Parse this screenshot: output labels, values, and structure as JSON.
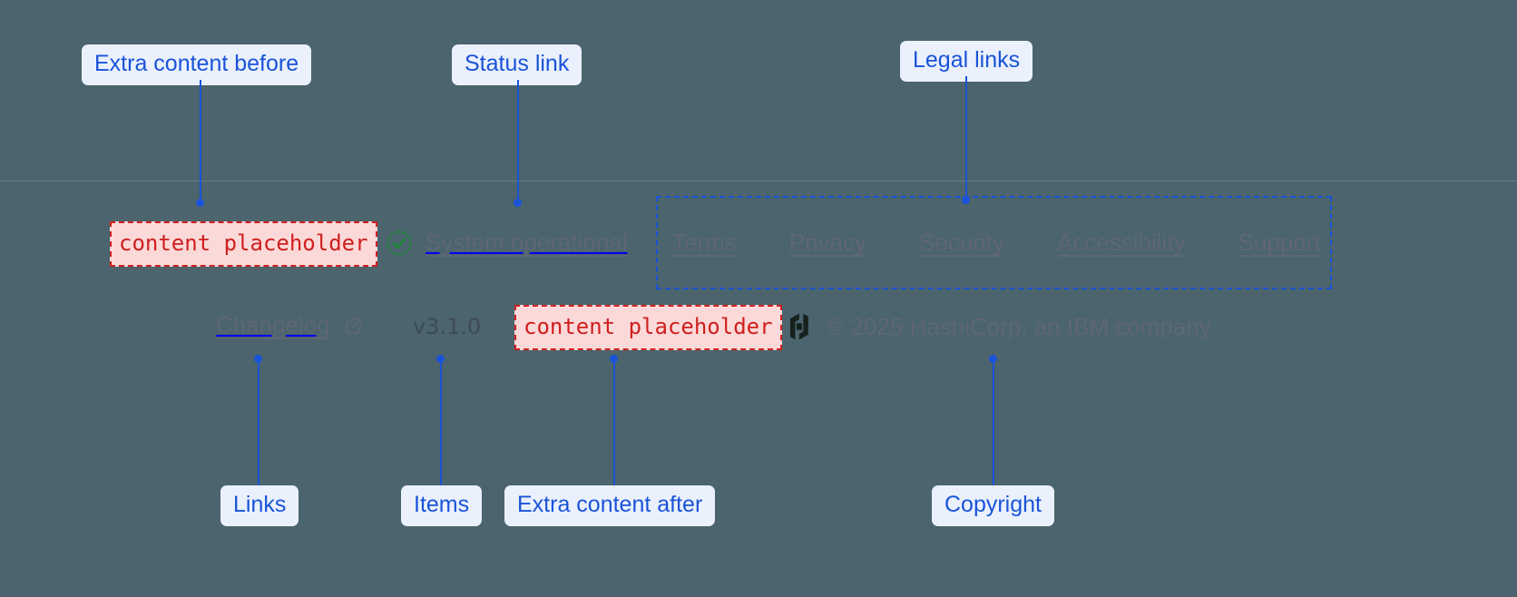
{
  "annotations": {
    "extra_before": "Extra content before",
    "status_link": "Status link",
    "legal_links": "Legal links",
    "links": "Links",
    "items": "Items",
    "extra_after": "Extra content after",
    "copyright": "Copyright"
  },
  "footer": {
    "placeholder_before": "content placeholder",
    "placeholder_after": "content placeholder",
    "status": {
      "icon": "check-circle-icon",
      "label": "System operational"
    },
    "legal_links": [
      {
        "label": "Terms"
      },
      {
        "label": "Privacy"
      },
      {
        "label": "Security"
      },
      {
        "label": "Accessibility"
      },
      {
        "label": "Support"
      }
    ],
    "changelog": {
      "label": "Changelog",
      "icon": "external-link-icon"
    },
    "version": "v3.1.0",
    "copyright": {
      "logo": "hashicorp-logo",
      "text": "© 2025 HashiCorp, an IBM company"
    }
  },
  "colors": {
    "background": "#4b646d",
    "annotation_blue": "#1a53d8",
    "annotation_chip_bg": "#eaf1fd",
    "placeholder_red": "#cf1f1f",
    "placeholder_bg": "#fcd9d9",
    "link_muted": "#5f6676",
    "status_green": "#1a8a33",
    "divider": "#6b7a8c"
  }
}
